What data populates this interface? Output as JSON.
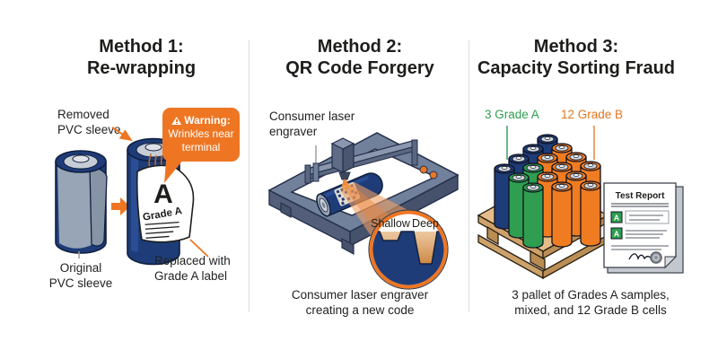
{
  "method1": {
    "title1": "Method 1:",
    "title2": "Re-wrapping",
    "removed1": "Removed",
    "removed2": "PVC sleeve",
    "warning_title": "Warning:",
    "warning_body1": "Wrinkles near",
    "warning_body2": "terminal",
    "sheet_letter": "A",
    "sheet_grade": "Grade A",
    "original1": "Original",
    "original2": "PVC sleeve",
    "replaced1": "Replaced with",
    "replaced2": "Grade A label"
  },
  "method2": {
    "title1": "Method 2:",
    "title2": "QR Code Forgery",
    "engraver1": "Consumer laser",
    "engraver2": "engraver",
    "zoom_shallow": "Shallow",
    "zoom_deep": "Deep",
    "caption1": "Consumer laser engraver",
    "caption2": "creating a new code"
  },
  "method3": {
    "title1": "Method 3:",
    "title2": "Capacity Sorting Fraud",
    "grade_a": "3 Grade A",
    "grade_b": "12 Grade B",
    "report_title": "Test Report",
    "badge_a": "A",
    "caption1": "3 pallet of Grades A samples,",
    "caption2": "mixed, and 12 Grade B cells"
  },
  "colors": {
    "accent_orange": "#ee7623",
    "battery_navy": "#1e3c78",
    "battery_orange": "#f07c22",
    "grade_a_green": "#2f9e50",
    "sleeve_gray": "#97a5b6",
    "machine_gray": "#71809b",
    "pallet_wood": "#e4bd88"
  }
}
